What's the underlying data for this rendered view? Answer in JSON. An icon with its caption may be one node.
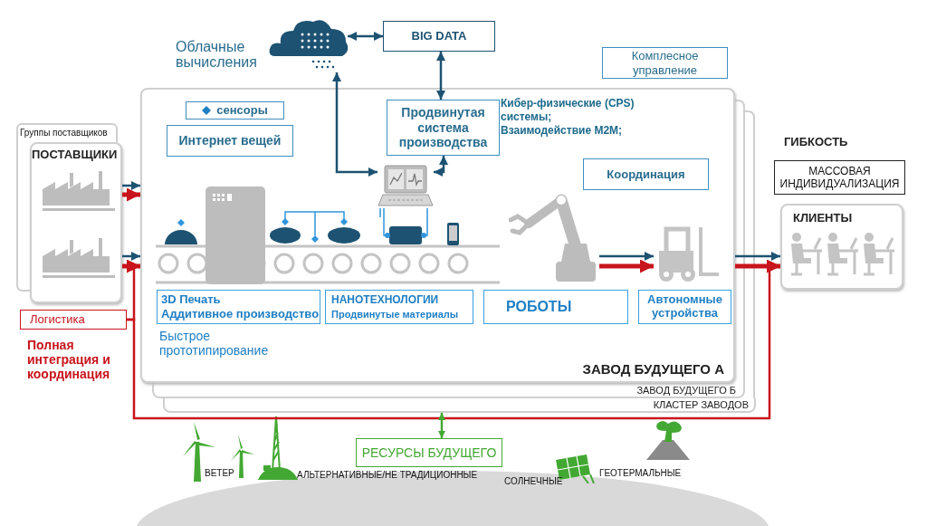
{
  "diagram": {
    "nodes": [
      {
        "text": [],
        "shape": "cloud",
        "beside": [
          "Облачные вычисления"
        ]
      },
      {
        "text": [
          "BIG DATA"
        ]
      },
      {
        "text": [
          "Комплесное управление"
        ]
      },
      {
        "text": [
          "ЗАВОД БУДУЩЕГО А"
        ]
      },
      {
        "text": [
          "сенсоры"
        ],
        "in": 3
      },
      {
        "text": [
          "Интернет вещей"
        ],
        "in": 3
      },
      {
        "text": [
          "Продвинутая система производства"
        ],
        "in": 3
      },
      {
        "text": [
          "Координация"
        ],
        "in": 3
      },
      {
        "text": [],
        "shape": "picture",
        "in": 3
      },
      {
        "text": [
          "3D Печать",
          "Аддитивное производство"
        ],
        "in": 3
      },
      {
        "text": [
          "НАНОТЕХНОЛОГИИ",
          "Продвинутые материалы"
        ],
        "in": 3
      },
      {
        "text": [
          "РОБОТЫ"
        ],
        "in": 3
      },
      {
        "text": [
          "Автономные устройства"
        ],
        "in": 3
      },
      {
        "text": [],
        "shape": "picture",
        "in": 3
      },
      {
        "text": [],
        "shape": "picture",
        "in": 3
      },
      {
        "text": [
          "ЗАВОД БУДУЩЕГО Б"
        ]
      },
      {
        "text": [
          "КЛАСТЕР ЗАВОДОВ"
        ]
      },
      {
        "text": [
          "Группы поставщиков"
        ]
      },
      {
        "text": [
          "ПОСТАВЩИКИ"
        ]
      },
      {
        "text": [
          "Логистика"
        ]
      },
      {
        "text": [
          "МАССОВАЯ ИНДИВИДУАЛИЗАЦИЯ"
        ]
      },
      {
        "text": [
          "КЛИЕНТЫ"
        ]
      },
      {
        "text": [
          "РЕСУРСЫ БУДУЩЕГО"
        ]
      }
    ],
    "edges": [
      {
        "from": 0,
        "to": 1,
        "arrow": "both"
      },
      {
        "from": 1,
        "to": 6,
        "arrow": "both"
      },
      {
        "from": 0,
        "to": 8,
        "arrow": "both"
      },
      {
        "from": 6,
        "to": 8,
        "arrow": "both"
      },
      {
        "from": 18,
        "to": 3,
        "arrow": "to"
      },
      {
        "from": 18,
        "to": 3,
        "arrow": "to",
        "style": "thick",
        "color": "#c8141c"
      },
      {
        "from": 18,
        "to": 3,
        "arrow": "to"
      },
      {
        "from": 18,
        "to": 3,
        "arrow": "to",
        "style": "thick",
        "color": "#c8141c"
      },
      {
        "from": 13,
        "to": 14,
        "arrow": "to"
      },
      {
        "from": 13,
        "to": 14,
        "arrow": "to",
        "style": "thick",
        "color": "#c8141c"
      },
      {
        "from": 3,
        "to": 21,
        "arrow": "to"
      },
      {
        "from": 3,
        "to": 21,
        "arrow": "to",
        "style": "thick",
        "color": "#c8141c"
      },
      {
        "from": 19,
        "to": 21,
        "arrow": "to",
        "color": "#c8141c"
      },
      {
        "from": 19,
        "to": 3,
        "arrow": "to",
        "color": "#c8141c"
      },
      {
        "from": 22,
        "to": 16,
        "arrow": "both",
        "color": "#43a833"
      }
    ],
    "labels": [
      "Кибер-физические (CPS) системы; Взаимодействие M2M;",
      "Быстрое прототипирование",
      "Полная интеграция и координация",
      "ГИБКОСТЬ",
      "ВЕТЕР",
      "АЛЬТЕРНАТИВНЫЕ/НЕ ТРАДИЦИОННЫЕ",
      "СОЛНЕЧНЫЕ",
      "ГЕОТЕРМАЛЬНЫЕ"
    ]
  }
}
